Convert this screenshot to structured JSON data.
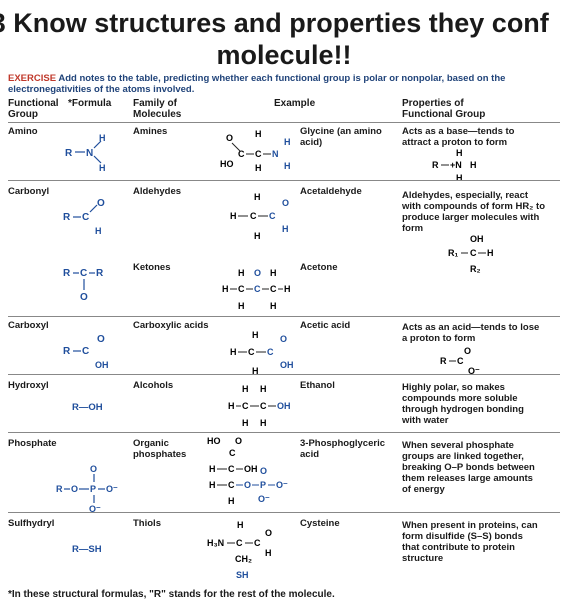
{
  "title_line1": ".3  Know structures and properties they conf",
  "title_line2": "molecule!!",
  "exercise_label": "EXERCISE",
  "exercise_text": "Add notes to the table, predicting whether each functional group is polar or nonpolar, based on the electronegativities of the atoms involved.",
  "headers": {
    "group": "Functional Group",
    "formula": "*Formula",
    "family": "Family of Molecules",
    "example": "Example",
    "properties": "Properties of Functional Group"
  },
  "rows": [
    {
      "group": "Amino",
      "family": "Amines",
      "example": "Glycine (an amino acid)",
      "properties": "Acts as a base—tends to attract a proton to form"
    },
    {
      "group": "Carbonyl",
      "family": "Aldehydes",
      "example": "Acetaldehyde",
      "properties": "Aldehydes, especially, react with compounds of form HR₂ to produce larger molecules with form"
    },
    {
      "group": "",
      "family": "Ketones",
      "example": "Acetone",
      "properties": ""
    },
    {
      "group": "Carboxyl",
      "family": "Carboxylic acids",
      "example": "Acetic acid",
      "properties": "Acts as an acid—tends to lose a proton to form"
    },
    {
      "group": "Hydroxyl",
      "family": "Alcohols",
      "example": "Ethanol",
      "properties": "Highly polar, so makes compounds more soluble through hydrogen bonding with water"
    },
    {
      "group": "Phosphate",
      "family": "Organic phosphates",
      "example": "3-Phosphoglyceric acid",
      "properties": "When several phosphate groups are linked together, breaking O–P bonds between them releases large amounts of energy"
    },
    {
      "group": "Sulfhydryl",
      "family": "Thiols",
      "example": "Cysteine",
      "properties": "When present in proteins, can form disulfide (S–S) bonds that contribute to protein structure"
    }
  ],
  "formulas": {
    "hydroxyl": "R—OH",
    "sulfhydryl": "R—SH"
  },
  "footnote": "*In these structural formulas, \"R\" stands for the rest of the molecule.",
  "colors": {
    "structure_blue": "#1f4e9c",
    "exercise_red": "#c0392b",
    "exercise_blue": "#21447a"
  }
}
